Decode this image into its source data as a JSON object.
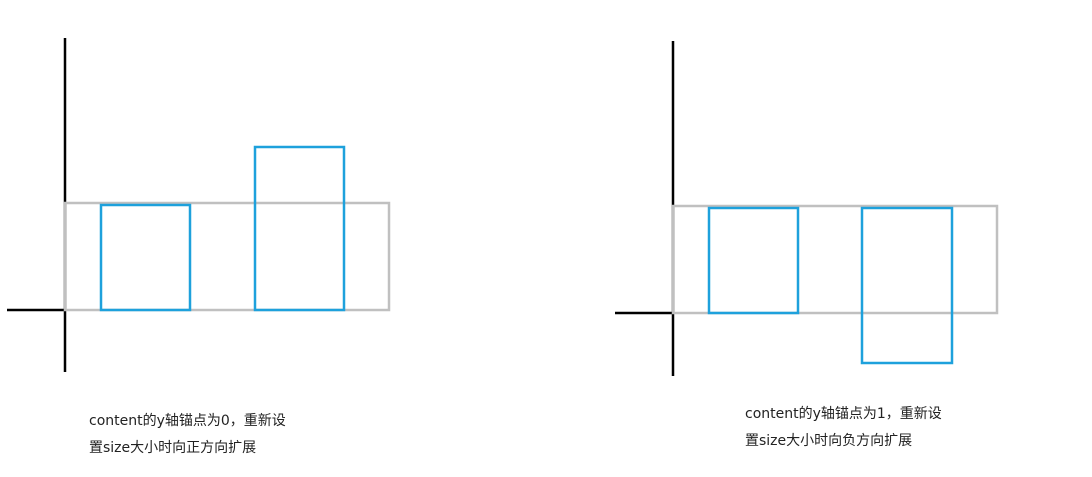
{
  "colors": {
    "axis": "#000000",
    "content_frame": "#c0c0c0",
    "child_box": "#1ea1dc",
    "caption_text": "#222222"
  },
  "left_panel": {
    "caption_lines": [
      "content的y轴锚点为0，重新设",
      "置size大小时向正方向扩展"
    ]
  },
  "right_panel": {
    "caption_lines": [
      "content的y轴锚点为1，重新设",
      "置size大小时向负方向扩展"
    ]
  }
}
